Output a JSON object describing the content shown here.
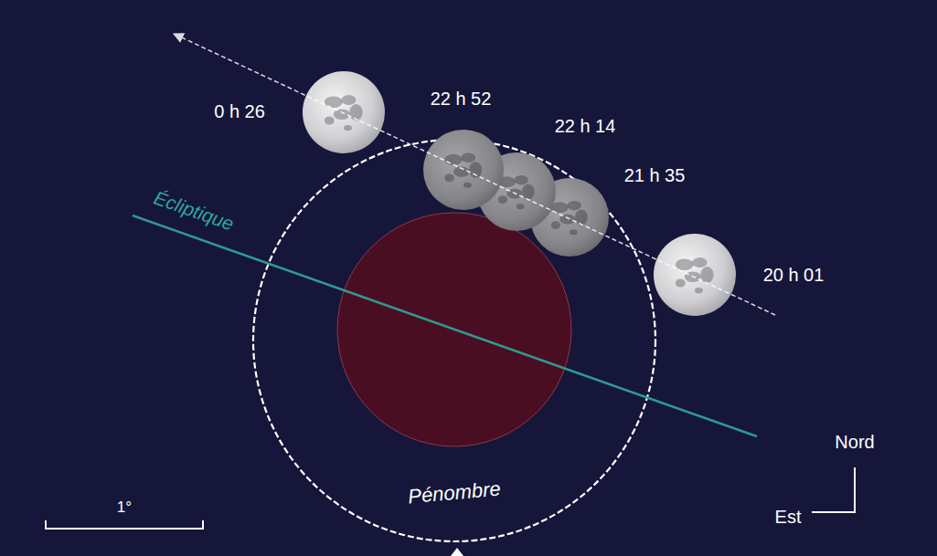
{
  "diagram": {
    "nodes": [
      {
        "text": [
          "Pénombre"
        ]
      }
    ],
    "labels": [
      "0 h 26",
      "22 h 52",
      "22 h 14",
      "21 h 35",
      "20 h 01",
      "Écliptique",
      "1°",
      "Nord",
      "Est"
    ]
  }
}
